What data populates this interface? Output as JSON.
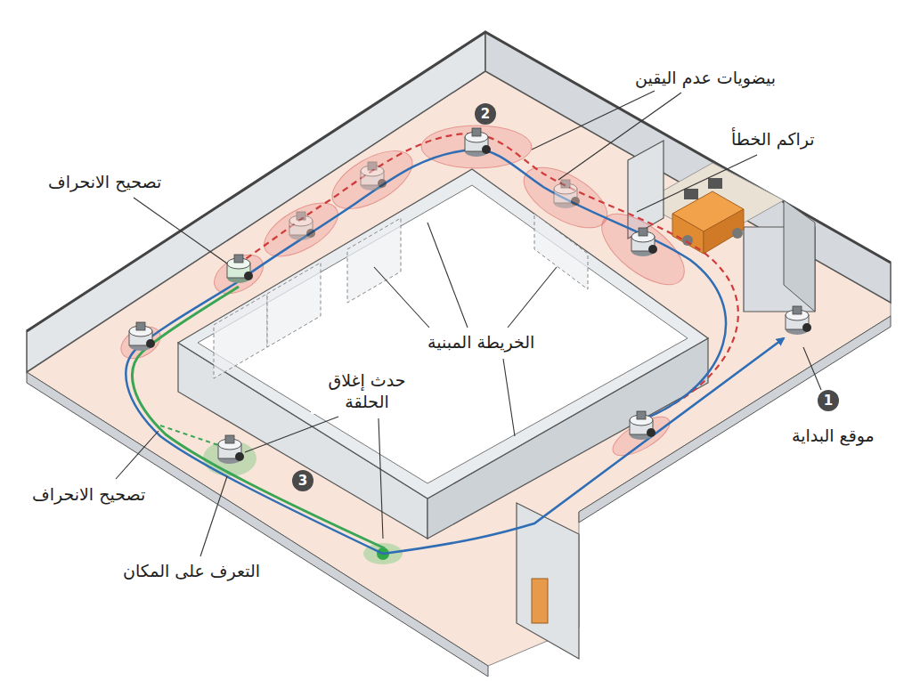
{
  "diagram": {
    "labels": [
      "بيضويات عدم اليقين",
      "تراكم الخطأ",
      "2",
      "تصحيح الانحراف",
      "الخريطة المبنية",
      "حدث إغلاق الحلقة",
      "1",
      "موقع البداية",
      "3",
      "تصحيح الانحراف",
      "التعرف على المكان"
    ]
  }
}
